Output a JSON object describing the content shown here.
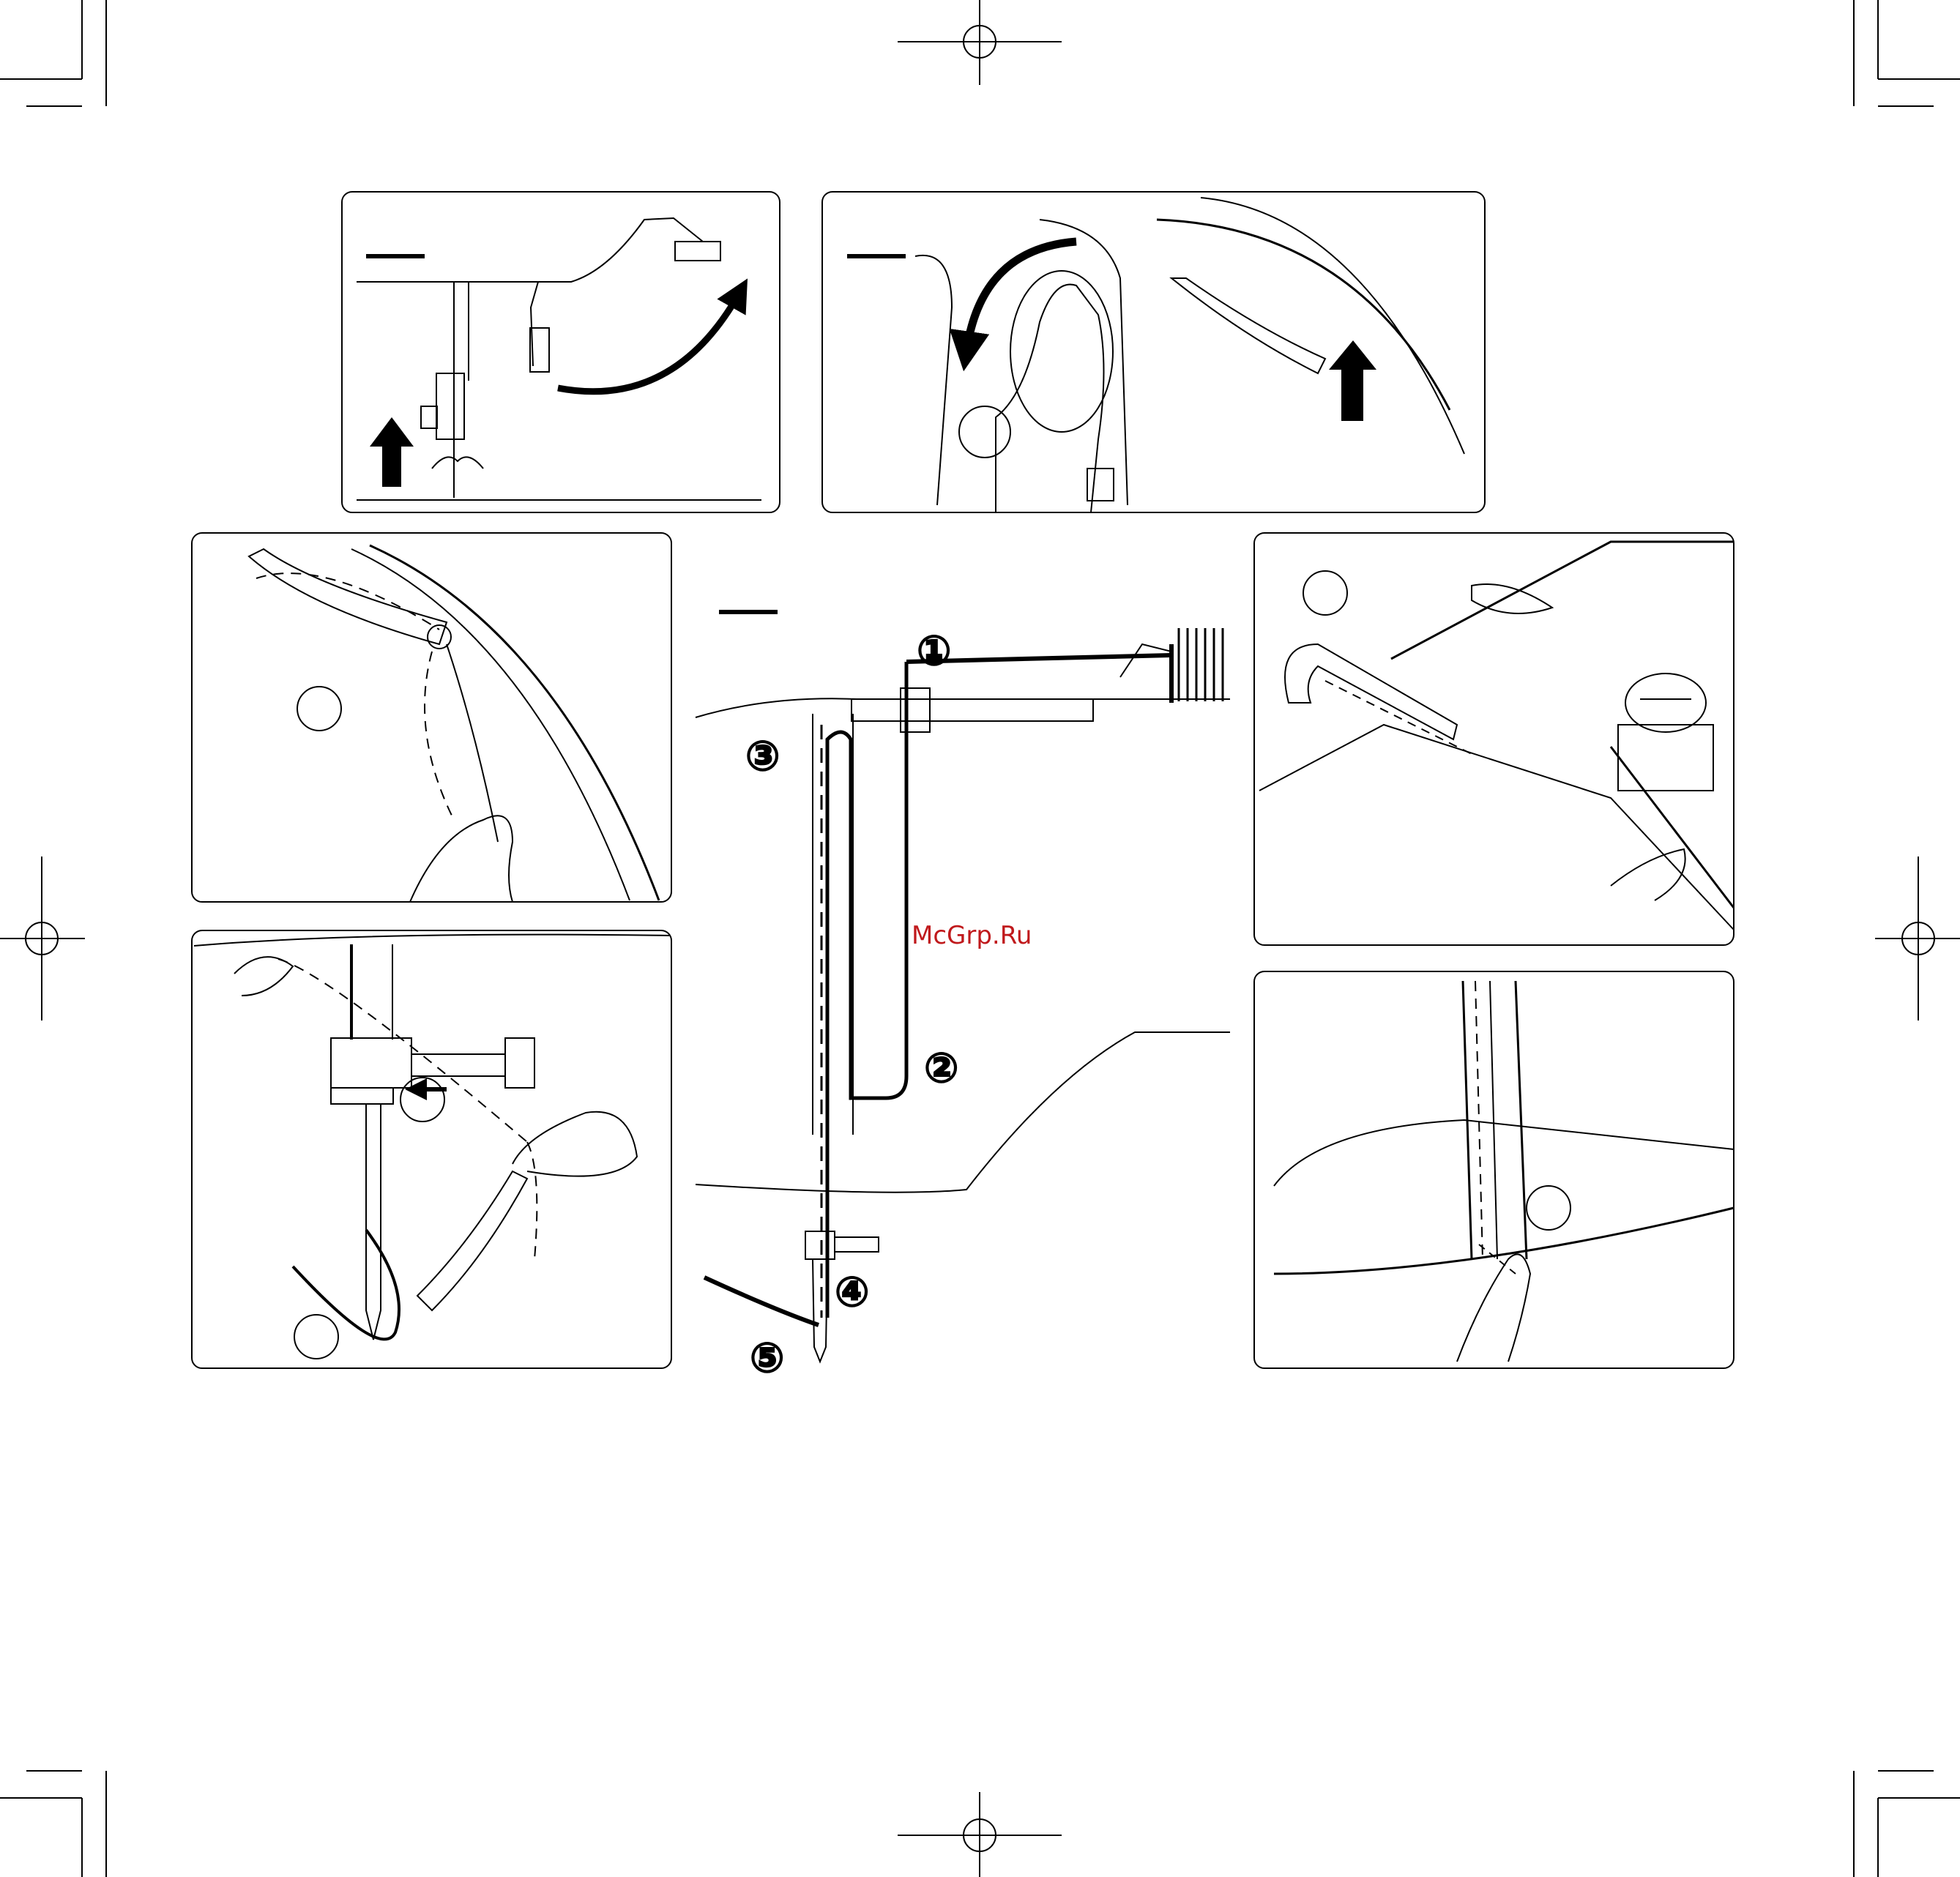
{
  "watermark": {
    "text": "McGrp.Ru",
    "color": "#c0191c"
  },
  "ink": "#000000",
  "panels": [
    {
      "id": "raise-presser-foot-and-needle",
      "markers": [
        "up-arrow-icon",
        "curved-arrow-icon"
      ]
    },
    {
      "id": "turn-handwheel",
      "markers": [
        "counterclockwise-arrow-icon",
        "up-arrow-icon"
      ]
    },
    {
      "id": "thread-take-up-lever",
      "step_circle": ""
    },
    {
      "id": "thread-guide-top",
      "step_circle": ""
    },
    {
      "id": "thread-needle-eye",
      "step_circles": [
        "",
        ""
      ]
    },
    {
      "id": "thread-tension-slot",
      "step_circle": ""
    }
  ],
  "threading_steps": [
    "①",
    "②",
    "③",
    "④",
    "⑤"
  ]
}
